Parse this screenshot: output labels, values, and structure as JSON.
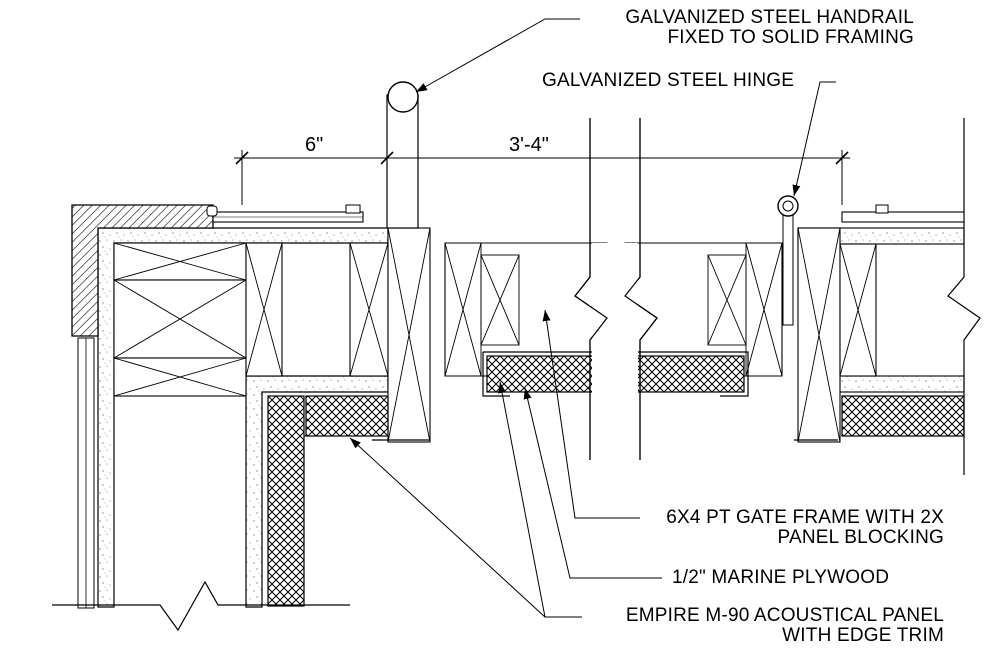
{
  "dimensions": {
    "left": "6\"",
    "right": "3'-4\""
  },
  "callouts": {
    "handrail": [
      "GALVANIZED STEEL HANDRAIL",
      "FIXED TO SOLID FRAMING"
    ],
    "hinge": "GALVANIZED STEEL HINGE",
    "gate_frame": [
      "6X4 PT GATE FRAME WITH 2X",
      "PANEL BLOCKING"
    ],
    "plywood": "1/2\" MARINE PLYWOOD",
    "acoustical_panel": [
      "EMPIRE M-90 ACOUSTICAL PANEL",
      "WITH EDGE TRIM"
    ]
  }
}
